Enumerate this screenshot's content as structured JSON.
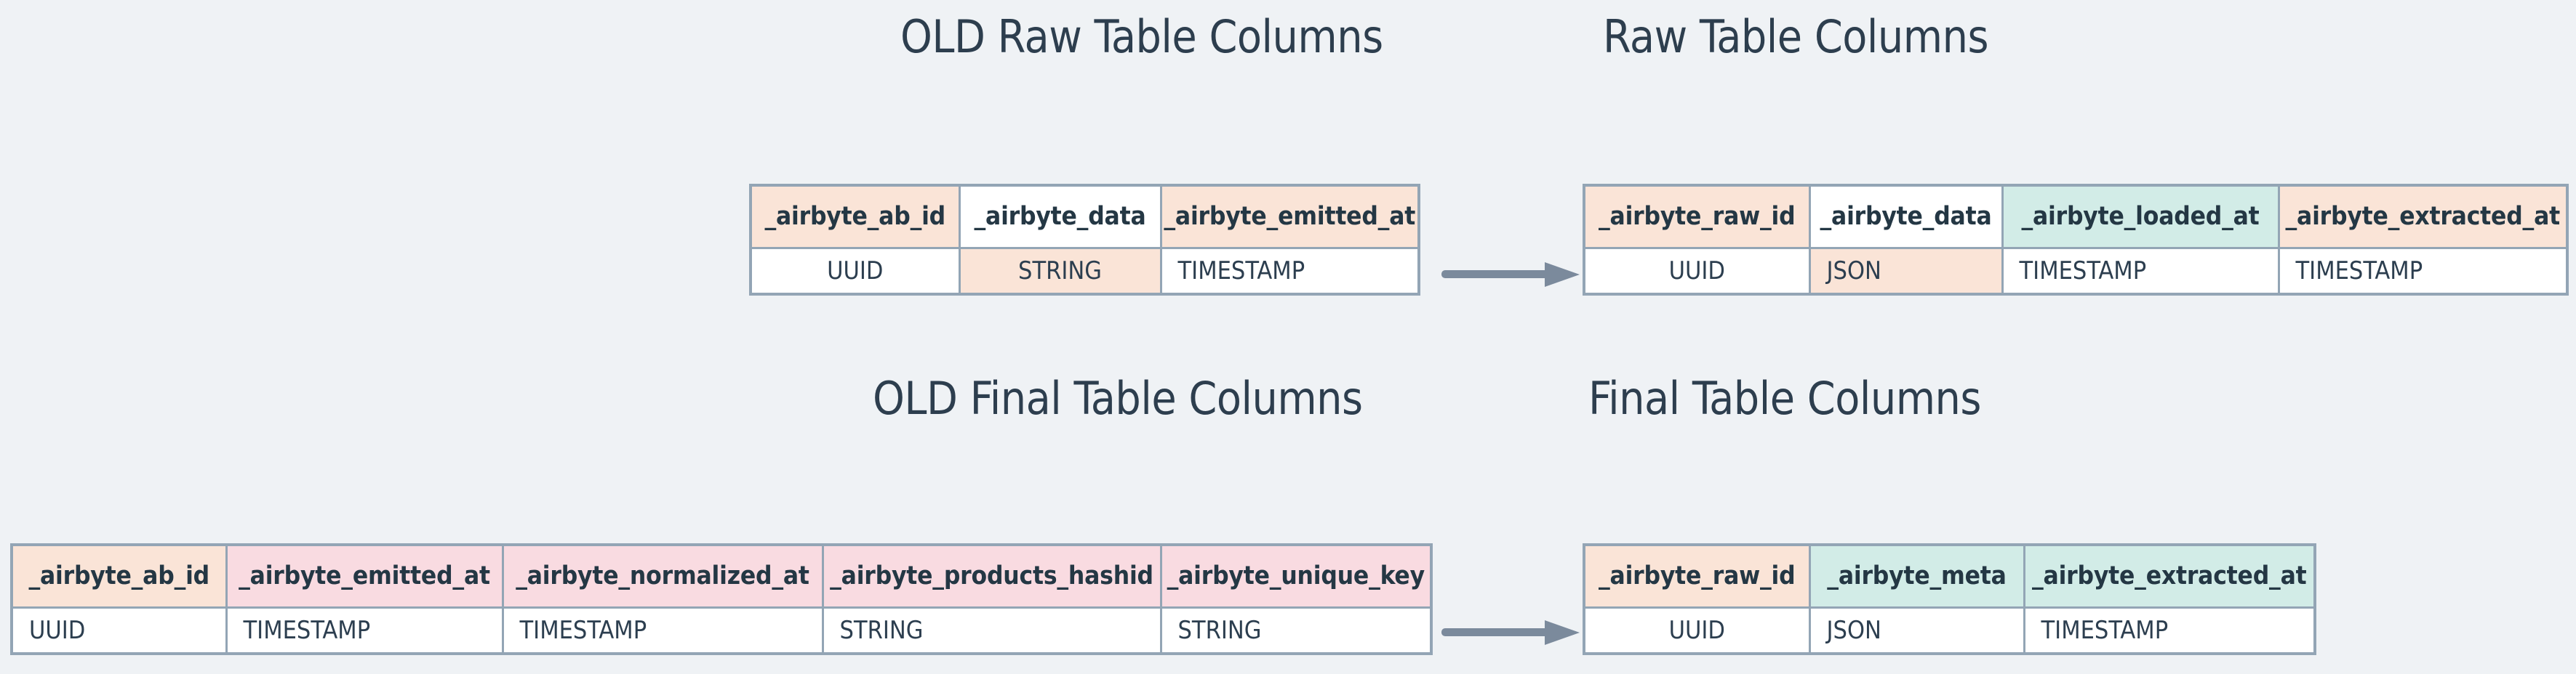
{
  "background_color": "#eff2f5",
  "accent_colors": {
    "peach": "#fae4d7",
    "mint": "#d2ece7",
    "pink": "#f9dbe1",
    "border": "#93a5b5",
    "text": "#2d3e4e",
    "arrow": "#7b8a9c"
  },
  "titles": {
    "old_raw": "OLD Raw Table Columns",
    "new_raw": "Raw Table Columns",
    "old_final": "OLD Final Table Columns",
    "new_final": "Final Table Columns"
  },
  "tables": {
    "old_raw": {
      "title": "OLD Raw Table Columns",
      "headers": [
        "_airbyte_ab_id",
        "_airbyte_data",
        "_airbyte_emitted_at"
      ],
      "header_fills": [
        "peach",
        "white",
        "peach"
      ],
      "values": [
        "UUID",
        "STRING",
        "TIMESTAMP"
      ],
      "value_fills": [
        "white",
        "peach",
        "white"
      ],
      "value_align": [
        "center",
        "center",
        "left"
      ]
    },
    "new_raw": {
      "title": "Raw Table Columns",
      "headers": [
        "_airbyte_raw_id",
        "_airbyte_data",
        "_airbyte_loaded_at",
        "_airbyte_extracted_at"
      ],
      "header_fills": [
        "peach",
        "white",
        "mint",
        "peach"
      ],
      "values": [
        "UUID",
        "JSON",
        "TIMESTAMP",
        "TIMESTAMP"
      ],
      "value_fills": [
        "white",
        "peach",
        "white",
        "white"
      ],
      "value_align": [
        "center",
        "left",
        "left",
        "left"
      ]
    },
    "old_final": {
      "title": "OLD Final Table Columns",
      "headers": [
        "_airbyte_ab_id",
        "_airbyte_emitted_at",
        "_airbyte_normalized_at",
        "_airbyte_products_hashid",
        "_airbyte_unique_key"
      ],
      "header_fills": [
        "peach",
        "pink",
        "pink",
        "pink",
        "pink"
      ],
      "values": [
        "UUID",
        "TIMESTAMP",
        "TIMESTAMP",
        "STRING",
        "STRING"
      ],
      "value_fills": [
        "white",
        "white",
        "white",
        "white",
        "white"
      ],
      "value_align": [
        "left",
        "left",
        "left",
        "left",
        "left"
      ]
    },
    "new_final": {
      "title": "Final Table Columns",
      "headers": [
        "_airbyte_raw_id",
        "_airbyte_meta",
        "_airbyte_extracted_at"
      ],
      "header_fills": [
        "peach",
        "mint",
        "mint"
      ],
      "values": [
        "UUID",
        "JSON",
        "TIMESTAMP"
      ],
      "value_fills": [
        "white",
        "white",
        "white"
      ],
      "value_align": [
        "center",
        "left",
        "left"
      ]
    }
  },
  "arrows": [
    {
      "name": "raw-migration-arrow",
      "direction": "right"
    },
    {
      "name": "final-migration-arrow",
      "direction": "right"
    }
  ]
}
